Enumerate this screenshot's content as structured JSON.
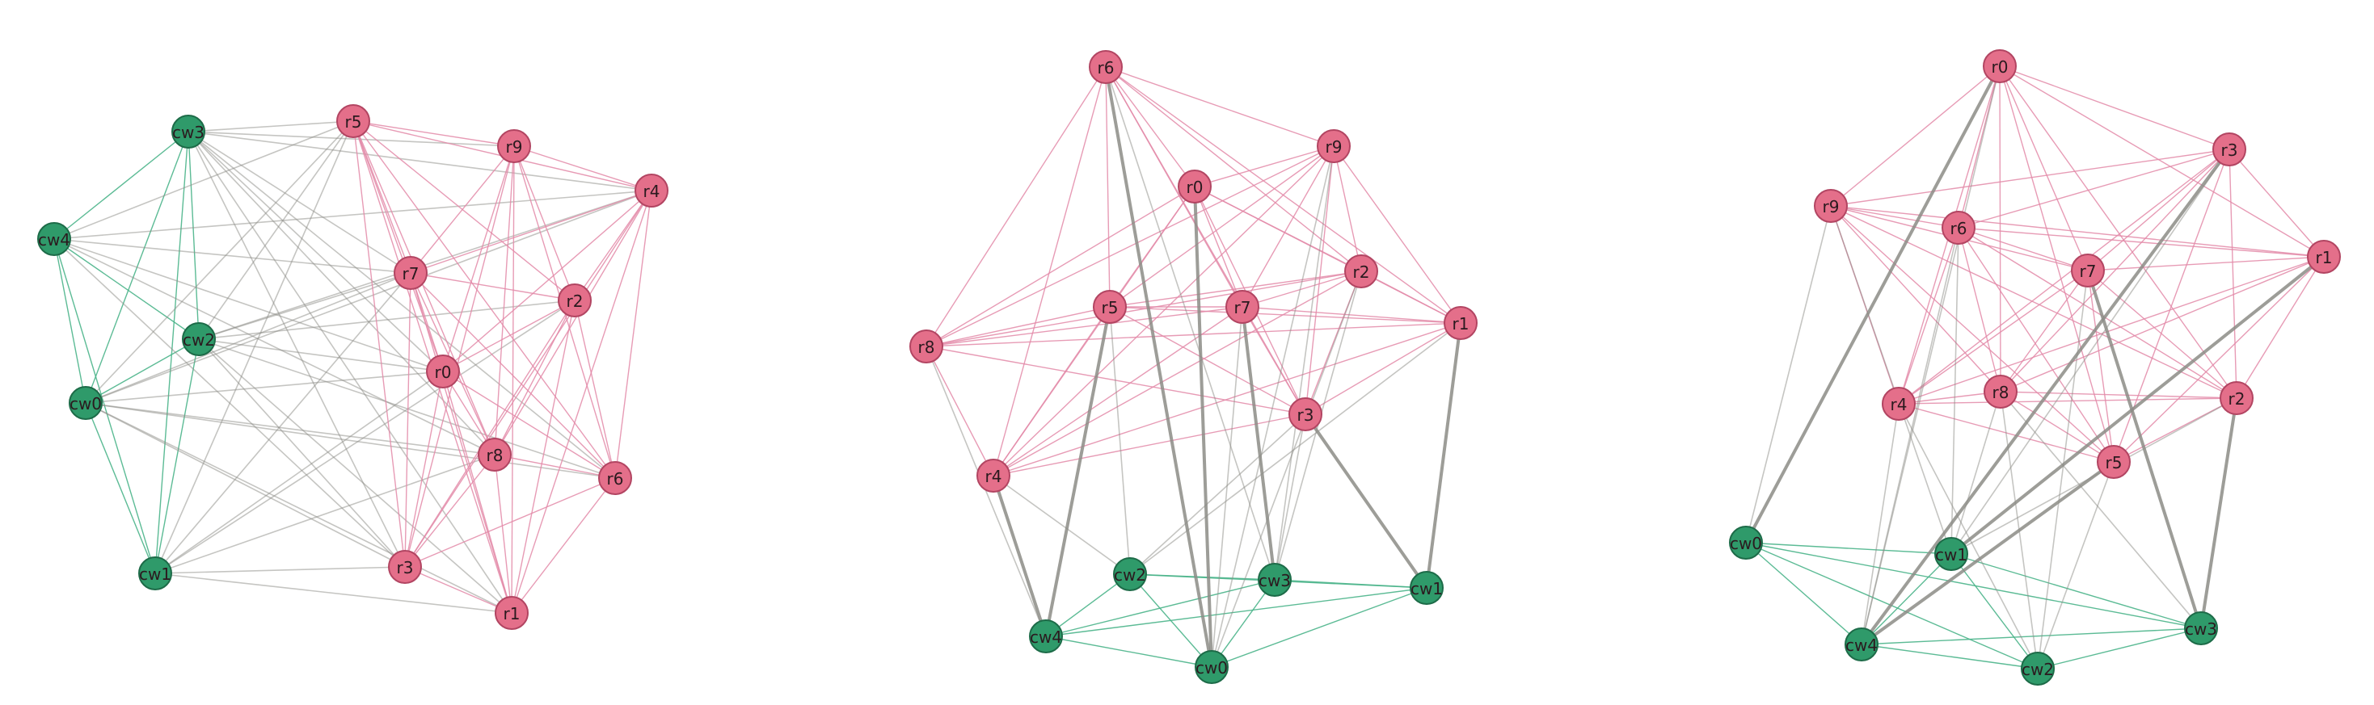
{
  "colors": {
    "r_node": "#e46f8a",
    "r_stroke": "#b24562",
    "cw_node": "#2f9a6a",
    "cw_stroke": "#1d6b48",
    "rr_edge": "#e38aa8",
    "cwcw_edge": "#4ab48a",
    "cross_edge": "#8c8c86"
  },
  "graphs": [
    {
      "id": "graph-1",
      "nodes": [
        {
          "id": "cw3",
          "label": "cw3",
          "group": "cw"
        },
        {
          "id": "cw4",
          "label": "cw4",
          "group": "cw"
        },
        {
          "id": "cw2",
          "label": "cw2",
          "group": "cw"
        },
        {
          "id": "cw0",
          "label": "cw0",
          "group": "cw"
        },
        {
          "id": "cw1",
          "label": "cw1",
          "group": "cw"
        },
        {
          "id": "r5",
          "label": "r5",
          "group": "r"
        },
        {
          "id": "r9",
          "label": "r9",
          "group": "r"
        },
        {
          "id": "r4",
          "label": "r4",
          "group": "r"
        },
        {
          "id": "r7",
          "label": "r7",
          "group": "r"
        },
        {
          "id": "r2",
          "label": "r2",
          "group": "r"
        },
        {
          "id": "r0",
          "label": "r0",
          "group": "r"
        },
        {
          "id": "r8",
          "label": "r8",
          "group": "r"
        },
        {
          "id": "r6",
          "label": "r6",
          "group": "r"
        },
        {
          "id": "r3",
          "label": "r3",
          "group": "r"
        },
        {
          "id": "r1",
          "label": "r1",
          "group": "r"
        }
      ],
      "edges": [
        [
          "cw3",
          "cw4"
        ],
        [
          "cw3",
          "cw2"
        ],
        [
          "cw3",
          "cw0"
        ],
        [
          "cw3",
          "cw1"
        ],
        [
          "cw4",
          "cw0"
        ],
        [
          "cw4",
          "cw2"
        ],
        [
          "cw4",
          "cw1"
        ],
        [
          "cw2",
          "cw0"
        ],
        [
          "cw2",
          "cw1"
        ],
        [
          "cw0",
          "cw1"
        ],
        [
          "cw3",
          "r5"
        ],
        [
          "cw3",
          "r9"
        ],
        [
          "cw3",
          "r4"
        ],
        [
          "cw3",
          "r7"
        ],
        [
          "cw3",
          "r0"
        ],
        [
          "cw3",
          "r8"
        ],
        [
          "cw3",
          "r3"
        ],
        [
          "cw3",
          "r1"
        ],
        [
          "cw3",
          "r6"
        ],
        [
          "cw4",
          "r5"
        ],
        [
          "cw4",
          "r4"
        ],
        [
          "cw4",
          "r7"
        ],
        [
          "cw4",
          "r8"
        ],
        [
          "cw4",
          "r0"
        ],
        [
          "cw4",
          "r3"
        ],
        [
          "cw2",
          "r5"
        ],
        [
          "cw2",
          "r4"
        ],
        [
          "cw2",
          "r7"
        ],
        [
          "cw2",
          "r2"
        ],
        [
          "cw2",
          "r0"
        ],
        [
          "cw2",
          "r6"
        ],
        [
          "cw2",
          "r1"
        ],
        [
          "cw2",
          "r3"
        ],
        [
          "cw0",
          "r5"
        ],
        [
          "cw0",
          "r7"
        ],
        [
          "cw0",
          "r4"
        ],
        [
          "cw0",
          "r0"
        ],
        [
          "cw0",
          "r8"
        ],
        [
          "cw0",
          "r3"
        ],
        [
          "cw0",
          "r6"
        ],
        [
          "cw0",
          "r1"
        ],
        [
          "cw1",
          "r5"
        ],
        [
          "cw1",
          "r7"
        ],
        [
          "cw1",
          "r0"
        ],
        [
          "cw1",
          "r8"
        ],
        [
          "cw1",
          "r3"
        ],
        [
          "cw1",
          "r1"
        ],
        [
          "cw1",
          "r2"
        ],
        [
          "r5",
          "r9"
        ],
        [
          "r5",
          "r4"
        ],
        [
          "r5",
          "r7"
        ],
        [
          "r5",
          "r0"
        ],
        [
          "r5",
          "r8"
        ],
        [
          "r5",
          "r3"
        ],
        [
          "r5",
          "r1"
        ],
        [
          "r5",
          "r2"
        ],
        [
          "r5",
          "r6"
        ],
        [
          "r9",
          "r4"
        ],
        [
          "r9",
          "r7"
        ],
        [
          "r9",
          "r2"
        ],
        [
          "r9",
          "r0"
        ],
        [
          "r9",
          "r8"
        ],
        [
          "r9",
          "r6"
        ],
        [
          "r9",
          "r3"
        ],
        [
          "r9",
          "r1"
        ],
        [
          "r4",
          "r7"
        ],
        [
          "r4",
          "r2"
        ],
        [
          "r4",
          "r0"
        ],
        [
          "r4",
          "r8"
        ],
        [
          "r4",
          "r6"
        ],
        [
          "r4",
          "r3"
        ],
        [
          "r4",
          "r1"
        ],
        [
          "r7",
          "r2"
        ],
        [
          "r7",
          "r0"
        ],
        [
          "r7",
          "r8"
        ],
        [
          "r7",
          "r3"
        ],
        [
          "r7",
          "r1"
        ],
        [
          "r7",
          "r6"
        ],
        [
          "r2",
          "r0"
        ],
        [
          "r2",
          "r8"
        ],
        [
          "r2",
          "r6"
        ],
        [
          "r2",
          "r3"
        ],
        [
          "r2",
          "r1"
        ],
        [
          "r0",
          "r8"
        ],
        [
          "r0",
          "r1"
        ],
        [
          "r0",
          "r3"
        ],
        [
          "r0",
          "r6"
        ],
        [
          "r8",
          "r6"
        ],
        [
          "r8",
          "r1"
        ],
        [
          "r8",
          "r3"
        ],
        [
          "r6",
          "r1"
        ],
        [
          "r6",
          "r3"
        ],
        [
          "r3",
          "r1"
        ]
      ],
      "thick_edges": []
    },
    {
      "id": "graph-2",
      "nodes": [
        {
          "id": "r6",
          "label": "r6",
          "group": "r"
        },
        {
          "id": "r9",
          "label": "r9",
          "group": "r"
        },
        {
          "id": "r0",
          "label": "r0",
          "group": "r"
        },
        {
          "id": "r2",
          "label": "r2",
          "group": "r"
        },
        {
          "id": "r5",
          "label": "r5",
          "group": "r"
        },
        {
          "id": "r7",
          "label": "r7",
          "group": "r"
        },
        {
          "id": "r8",
          "label": "r8",
          "group": "r"
        },
        {
          "id": "r1",
          "label": "r1",
          "group": "r"
        },
        {
          "id": "r3",
          "label": "r3",
          "group": "r"
        },
        {
          "id": "r4",
          "label": "r4",
          "group": "r"
        },
        {
          "id": "cw2",
          "label": "cw2",
          "group": "cw"
        },
        {
          "id": "cw3",
          "label": "cw3",
          "group": "cw"
        },
        {
          "id": "cw1",
          "label": "cw1",
          "group": "cw"
        },
        {
          "id": "cw4",
          "label": "cw4",
          "group": "cw"
        },
        {
          "id": "cw0",
          "label": "cw0",
          "group": "cw"
        }
      ],
      "edges": [
        [
          "r6",
          "r9"
        ],
        [
          "r6",
          "r0"
        ],
        [
          "r6",
          "r2"
        ],
        [
          "r6",
          "r5"
        ],
        [
          "r6",
          "r7"
        ],
        [
          "r6",
          "r8"
        ],
        [
          "r6",
          "r1"
        ],
        [
          "r6",
          "r3"
        ],
        [
          "r6",
          "r4"
        ],
        [
          "r9",
          "r0"
        ],
        [
          "r9",
          "r2"
        ],
        [
          "r9",
          "r5"
        ],
        [
          "r9",
          "r7"
        ],
        [
          "r9",
          "r1"
        ],
        [
          "r9",
          "r3"
        ],
        [
          "r9",
          "r4"
        ],
        [
          "r9",
          "r8"
        ],
        [
          "r0",
          "r2"
        ],
        [
          "r0",
          "r5"
        ],
        [
          "r0",
          "r7"
        ],
        [
          "r0",
          "r8"
        ],
        [
          "r0",
          "r1"
        ],
        [
          "r0",
          "r3"
        ],
        [
          "r0",
          "r4"
        ],
        [
          "r2",
          "r5"
        ],
        [
          "r2",
          "r7"
        ],
        [
          "r2",
          "r8"
        ],
        [
          "r2",
          "r1"
        ],
        [
          "r2",
          "r3"
        ],
        [
          "r2",
          "r4"
        ],
        [
          "r5",
          "r7"
        ],
        [
          "r5",
          "r8"
        ],
        [
          "r5",
          "r1"
        ],
        [
          "r5",
          "r3"
        ],
        [
          "r5",
          "r4"
        ],
        [
          "r7",
          "r8"
        ],
        [
          "r7",
          "r1"
        ],
        [
          "r7",
          "r3"
        ],
        [
          "r7",
          "r4"
        ],
        [
          "r8",
          "r1"
        ],
        [
          "r8",
          "r3"
        ],
        [
          "r8",
          "r4"
        ],
        [
          "r1",
          "r3"
        ],
        [
          "r1",
          "r4"
        ],
        [
          "r3",
          "r4"
        ],
        [
          "cw2",
          "cw3"
        ],
        [
          "cw2",
          "cw1"
        ],
        [
          "cw2",
          "cw4"
        ],
        [
          "cw2",
          "cw0"
        ],
        [
          "cw3",
          "cw1"
        ],
        [
          "cw3",
          "cw4"
        ],
        [
          "cw3",
          "cw0"
        ],
        [
          "cw1",
          "cw4"
        ],
        [
          "cw1",
          "cw0"
        ],
        [
          "cw4",
          "cw0"
        ],
        [
          "r6",
          "cw0"
        ],
        [
          "r6",
          "cw3"
        ],
        [
          "r0",
          "cw0"
        ],
        [
          "r9",
          "cw3"
        ],
        [
          "r9",
          "cw0"
        ],
        [
          "r5",
          "cw4"
        ],
        [
          "r5",
          "cw2"
        ],
        [
          "r7",
          "cw3"
        ],
        [
          "r7",
          "cw0"
        ],
        [
          "r8",
          "cw4"
        ],
        [
          "r4",
          "cw4"
        ],
        [
          "r4",
          "cw2"
        ],
        [
          "r3",
          "cw1"
        ],
        [
          "r3",
          "cw2"
        ],
        [
          "r3",
          "cw3"
        ],
        [
          "r2",
          "cw3"
        ],
        [
          "r2",
          "cw0"
        ],
        [
          "r1",
          "cw1"
        ],
        [
          "r1",
          "cw2"
        ]
      ],
      "thick_edges": [
        [
          "r6",
          "cw0"
        ],
        [
          "r5",
          "cw4"
        ],
        [
          "r7",
          "cw3"
        ],
        [
          "r3",
          "cw1"
        ],
        [
          "r1",
          "cw1"
        ],
        [
          "r4",
          "cw4"
        ],
        [
          "r0",
          "cw0"
        ]
      ]
    },
    {
      "id": "graph-3",
      "nodes": [
        {
          "id": "r0",
          "label": "r0",
          "group": "r"
        },
        {
          "id": "r3",
          "label": "r3",
          "group": "r"
        },
        {
          "id": "r9",
          "label": "r9",
          "group": "r"
        },
        {
          "id": "r6",
          "label": "r6",
          "group": "r"
        },
        {
          "id": "r7",
          "label": "r7",
          "group": "r"
        },
        {
          "id": "r1",
          "label": "r1",
          "group": "r"
        },
        {
          "id": "r4",
          "label": "r4",
          "group": "r"
        },
        {
          "id": "r8",
          "label": "r8",
          "group": "r"
        },
        {
          "id": "r2",
          "label": "r2",
          "group": "r"
        },
        {
          "id": "r5",
          "label": "r5",
          "group": "r"
        },
        {
          "id": "cw0",
          "label": "cw0",
          "group": "cw"
        },
        {
          "id": "cw1",
          "label": "cw1",
          "group": "cw"
        },
        {
          "id": "cw4",
          "label": "cw4",
          "group": "cw"
        },
        {
          "id": "cw2",
          "label": "cw2",
          "group": "cw"
        },
        {
          "id": "cw3",
          "label": "cw3",
          "group": "cw"
        }
      ],
      "edges": [
        [
          "r0",
          "r3"
        ],
        [
          "r0",
          "r9"
        ],
        [
          "r0",
          "r6"
        ],
        [
          "r0",
          "r7"
        ],
        [
          "r0",
          "r1"
        ],
        [
          "r0",
          "r4"
        ],
        [
          "r0",
          "r8"
        ],
        [
          "r0",
          "r2"
        ],
        [
          "r0",
          "r5"
        ],
        [
          "r3",
          "r9"
        ],
        [
          "r3",
          "r6"
        ],
        [
          "r3",
          "r7"
        ],
        [
          "r3",
          "r1"
        ],
        [
          "r3",
          "r4"
        ],
        [
          "r3",
          "r8"
        ],
        [
          "r3",
          "r2"
        ],
        [
          "r3",
          "r5"
        ],
        [
          "r9",
          "r6"
        ],
        [
          "r9",
          "r7"
        ],
        [
          "r9",
          "r1"
        ],
        [
          "r9",
          "r4"
        ],
        [
          "r9",
          "r8"
        ],
        [
          "r9",
          "r2"
        ],
        [
          "r9",
          "r5"
        ],
        [
          "r6",
          "r7"
        ],
        [
          "r6",
          "r1"
        ],
        [
          "r6",
          "r4"
        ],
        [
          "r6",
          "r8"
        ],
        [
          "r6",
          "r2"
        ],
        [
          "r6",
          "r5"
        ],
        [
          "r7",
          "r1"
        ],
        [
          "r7",
          "r4"
        ],
        [
          "r7",
          "r8"
        ],
        [
          "r7",
          "r2"
        ],
        [
          "r7",
          "r5"
        ],
        [
          "r1",
          "r4"
        ],
        [
          "r1",
          "r8"
        ],
        [
          "r1",
          "r2"
        ],
        [
          "r1",
          "r5"
        ],
        [
          "r4",
          "r8"
        ],
        [
          "r4",
          "r2"
        ],
        [
          "r4",
          "r5"
        ],
        [
          "r8",
          "r2"
        ],
        [
          "r8",
          "r5"
        ],
        [
          "r2",
          "r5"
        ],
        [
          "cw0",
          "cw1"
        ],
        [
          "cw0",
          "cw4"
        ],
        [
          "cw0",
          "cw2"
        ],
        [
          "cw0",
          "cw3"
        ],
        [
          "cw1",
          "cw4"
        ],
        [
          "cw1",
          "cw2"
        ],
        [
          "cw1",
          "cw3"
        ],
        [
          "cw4",
          "cw2"
        ],
        [
          "cw4",
          "cw3"
        ],
        [
          "cw2",
          "cw3"
        ],
        [
          "r0",
          "cw0"
        ],
        [
          "r0",
          "cw4"
        ],
        [
          "r9",
          "cw0"
        ],
        [
          "r3",
          "cw4"
        ],
        [
          "r3",
          "cw1"
        ],
        [
          "r6",
          "cw1"
        ],
        [
          "r6",
          "cw4"
        ],
        [
          "r1",
          "cw1"
        ],
        [
          "r7",
          "cw2"
        ],
        [
          "r7",
          "cw3"
        ],
        [
          "r4",
          "cw4"
        ],
        [
          "r4",
          "cw2"
        ],
        [
          "r8",
          "cw1"
        ],
        [
          "r8",
          "cw2"
        ],
        [
          "r8",
          "cw3"
        ],
        [
          "r5",
          "cw4"
        ],
        [
          "r5",
          "cw2"
        ],
        [
          "r2",
          "cw3"
        ],
        [
          "r2",
          "cw1"
        ],
        [
          "r9",
          "cw1"
        ]
      ],
      "thick_edges": [
        [
          "r0",
          "cw0"
        ],
        [
          "r3",
          "cw4"
        ],
        [
          "r6",
          "cw0"
        ],
        [
          "r1",
          "cw1"
        ],
        [
          "r7",
          "cw3"
        ],
        [
          "r5",
          "cw4"
        ],
        [
          "r2",
          "cw3"
        ]
      ]
    }
  ]
}
